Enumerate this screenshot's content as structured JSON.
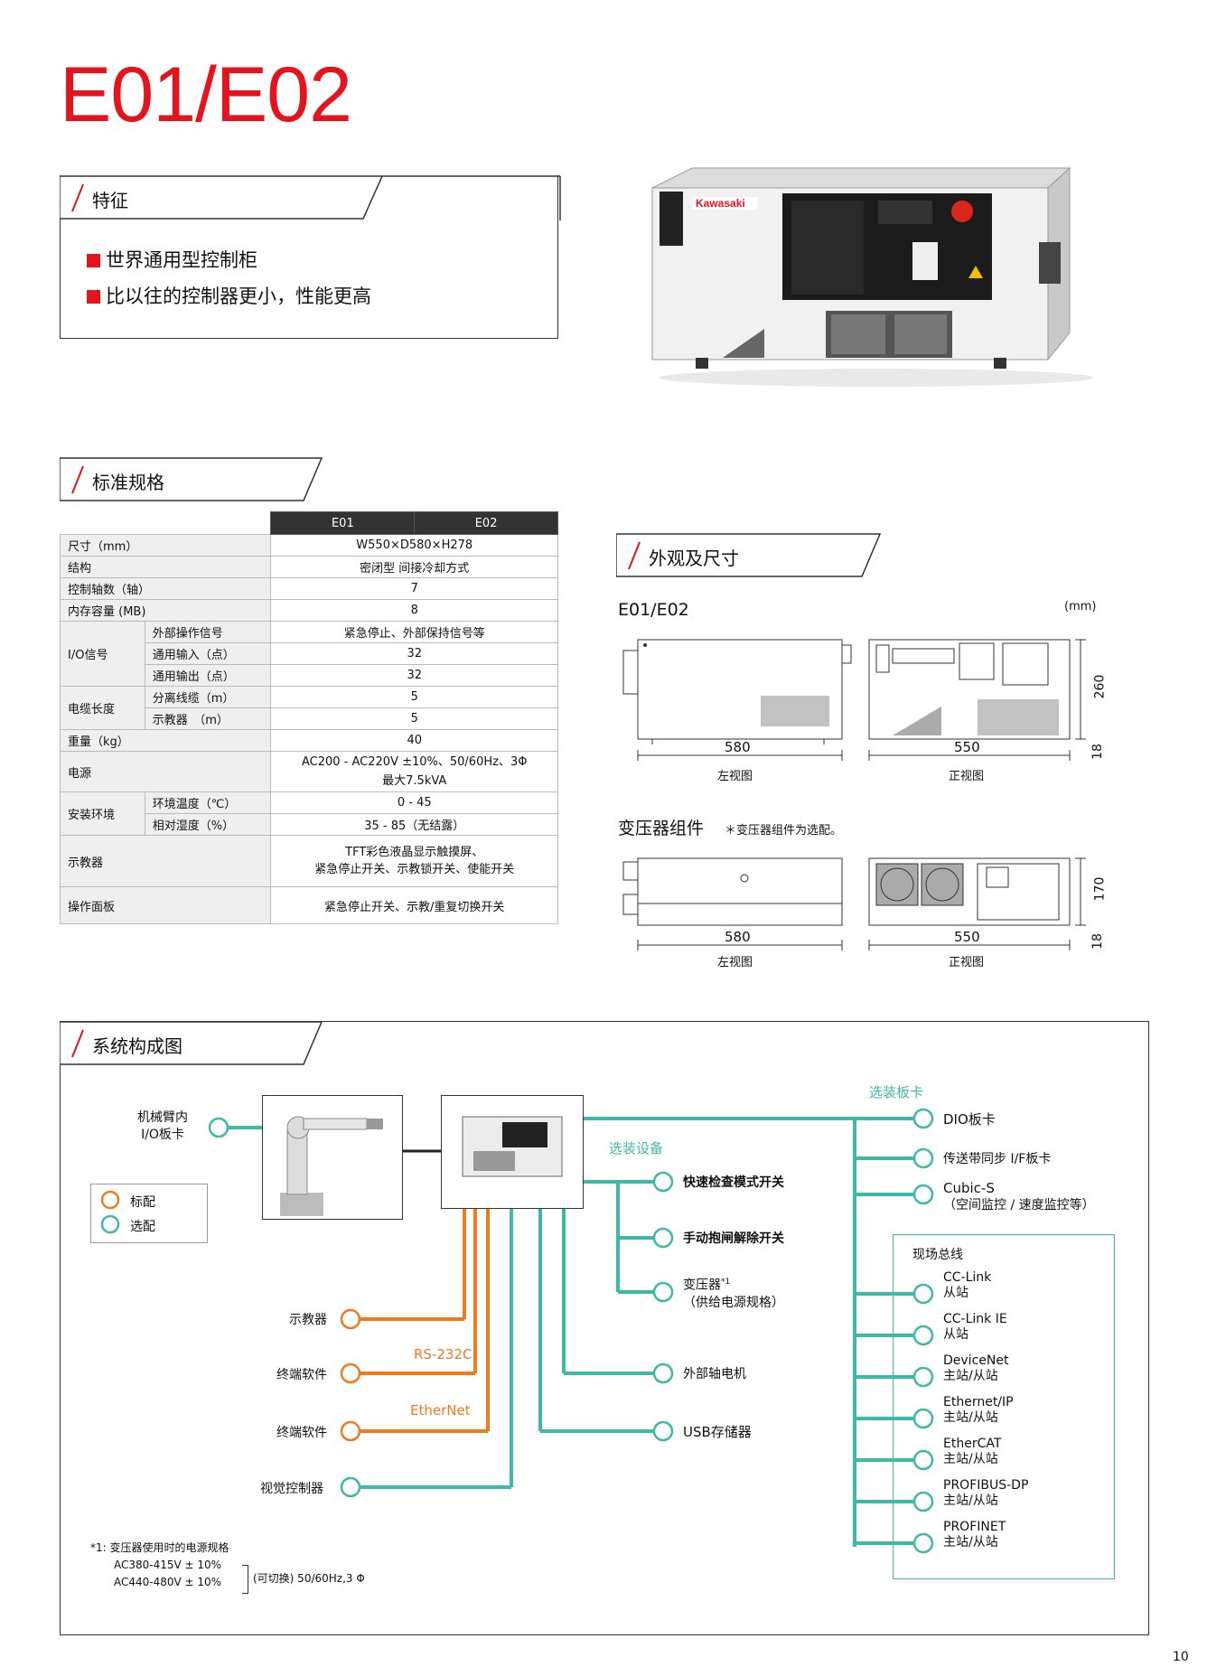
{
  "title": "E01/E02",
  "features": {
    "heading": "特征",
    "items": [
      "世界通用型控制柜",
      "比以往的控制器更小，性能更高"
    ]
  },
  "photo": {
    "brand": "Kawasaki"
  },
  "specs": {
    "heading": "标准规格",
    "models": [
      "E01",
      "E02"
    ],
    "rows": {
      "size": {
        "label": "尺寸（mm）",
        "value": "W550×D580×H278"
      },
      "structure": {
        "label": "结构",
        "value": "密闭型 间接冷却方式"
      },
      "axes": {
        "label": "控制轴数（轴）",
        "value": "7"
      },
      "memory": {
        "label": "内存容量 (MB)",
        "value": "8"
      },
      "io": {
        "label": "I/O信号",
        "ext": {
          "label": "外部操作信号",
          "value": "紧急停止、外部保持信号等"
        },
        "in": {
          "label": "通用输入（点）",
          "value": "32"
        },
        "out": {
          "label": "通用输出（点）",
          "value": "32"
        }
      },
      "cable": {
        "label": "电缆长度",
        "sep": {
          "label": "分离线缆（m）",
          "value": "5"
        },
        "tp": {
          "label": "示教器　（m）",
          "value": "5"
        }
      },
      "weight": {
        "label": "重量（kg）",
        "value": "40"
      },
      "power": {
        "label": "电源",
        "value1": "AC200 - AC220V ±10%、50/60Hz、3Φ",
        "value2": "最大7.5kVA"
      },
      "env": {
        "label": "安装环境",
        "temp": {
          "label": "环境温度（℃）",
          "value": "0 - 45"
        },
        "hum": {
          "label": "相对湿度（%）",
          "value": "35 - 85（无结露）"
        }
      },
      "pendant": {
        "label": "示教器",
        "value1": "TFT彩色液晶显示触摸屏、",
        "value2": "紧急停止开关、示教锁开关、使能开关"
      },
      "panel": {
        "label": "操作面板",
        "value": "紧急停止开关、示教/重复切换开关"
      }
    }
  },
  "dimensions": {
    "heading": "外观及尺寸",
    "unit": "(mm)",
    "e0102": {
      "title": "E01/E02",
      "side_w": "580",
      "front_w": "550",
      "height": "260",
      "foot": "18",
      "side_label": "左视图",
      "front_label": "正视图"
    },
    "transformer": {
      "title": "变压器组件",
      "note": "＊变压器组件为选配。",
      "side_w": "580",
      "front_w": "550",
      "height": "170",
      "foot": "18",
      "side_label": "左视图",
      "front_label": "正视图"
    }
  },
  "system": {
    "heading": "系统构成图",
    "legend": {
      "standard": "标配",
      "optional": "选配"
    },
    "left": {
      "arm_io": [
        "机械臂内",
        "I/O板卡"
      ],
      "pendant": "示教器",
      "terminal1": "终端软件",
      "terminal2": "终端软件",
      "vision": "视觉控制器",
      "rs232": "RS-232C",
      "ethernet": "EtherNet"
    },
    "optional_devices": {
      "label": "选装设备",
      "items": [
        "快速检查模式开关",
        "手动抱闸解除开关",
        "变压器"
      ],
      "transformer_sup": "*1",
      "transformer_sub": "（供给电源规格）",
      "ext_motor": "外部轴电机",
      "usb": "USB存储器"
    },
    "optional_boards": {
      "label": "选装板卡",
      "dio": "DIO板卡",
      "conveyor": "传送带同步 I/F板卡",
      "cubic": "Cubic-S",
      "cubic_sub": "（空间监控 / 速度监控等）"
    },
    "fieldbus": {
      "label": "现场总线",
      "items": [
        {
          "name": "CC-Link",
          "role": "从站"
        },
        {
          "name": "CC-Link IE",
          "role": "从站"
        },
        {
          "name": "DeviceNet",
          "role": "主站/从站"
        },
        {
          "name": "Ethernet/IP",
          "role": "主站/从站"
        },
        {
          "name": "EtherCAT",
          "role": "主站/从站"
        },
        {
          "name": "PROFIBUS-DP",
          "role": "主站/从站"
        },
        {
          "name": "PROFINET",
          "role": "主站/从站"
        }
      ]
    },
    "footnote": {
      "title": "*1: 变压器使用时的电源规格",
      "line1": "AC380-415V  ± 10%",
      "line2": "AC440-480V  ± 10%",
      "tail": "(可切换) 50/60Hz,3 Φ"
    },
    "colors": {
      "teal": "#3db9a6",
      "orange": "#f07a1e",
      "red": "#e5141c"
    }
  },
  "page_number": "10"
}
